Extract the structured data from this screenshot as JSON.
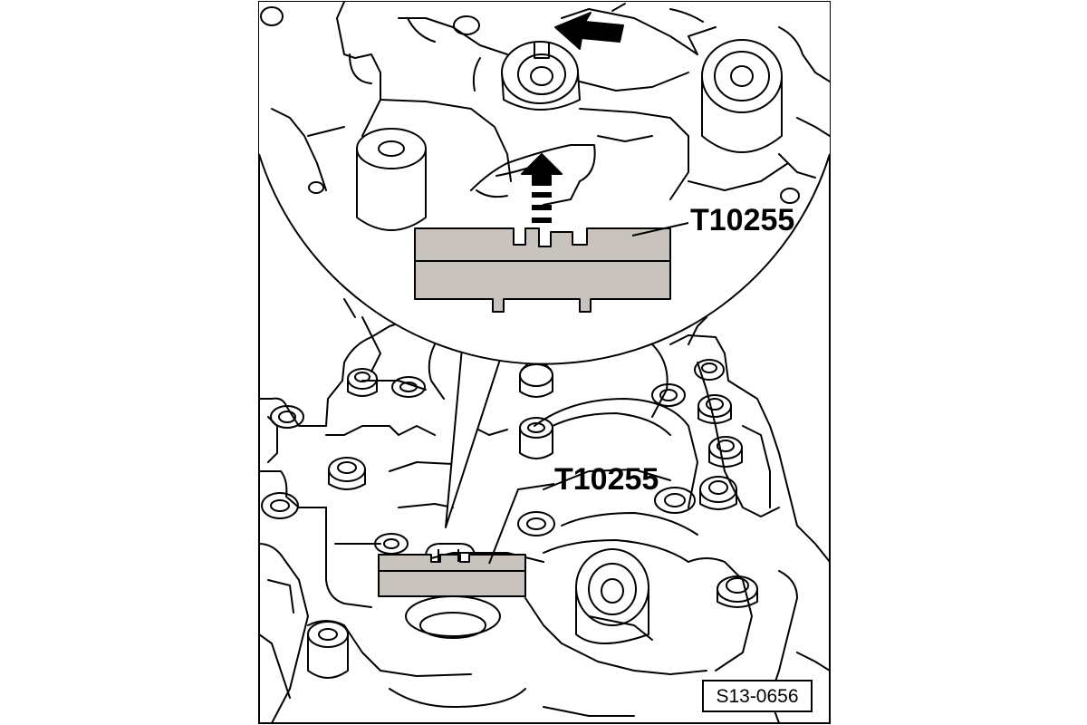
{
  "diagram": {
    "callout_upper_label": "T10255",
    "callout_lower_label": "T10255",
    "figure_code": "S13-0656",
    "colors": {
      "tool_fill": "#c9c3bd",
      "line": "#000000",
      "background": "#ffffff"
    },
    "icons": [
      "arrow-left-icon",
      "arrow-up-icon"
    ]
  }
}
